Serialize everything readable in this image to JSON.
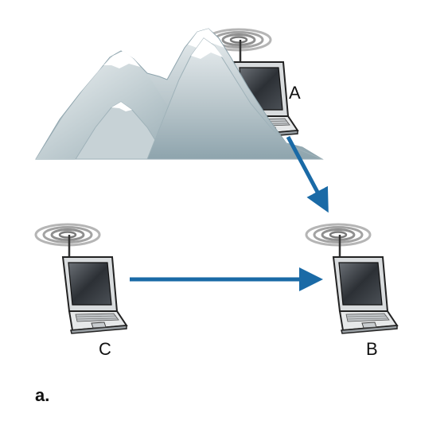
{
  "figure": {
    "caption": "a.",
    "colors": {
      "arrow": "#1a6aa6",
      "mountain_light": "#cfd8dc",
      "mountain_dark": "#8ea4ad",
      "screen": "#3a3f44",
      "laptop_body": "#e6e8e9",
      "outline": "#222222"
    },
    "nodes": [
      {
        "id": "A",
        "label": "A",
        "icon": "laptop-with-wireless-signal-icon"
      },
      {
        "id": "B",
        "label": "B",
        "icon": "laptop-with-wireless-signal-icon"
      },
      {
        "id": "C",
        "label": "C",
        "icon": "laptop-with-wireless-signal-icon"
      }
    ],
    "obstacle": {
      "icon": "mountain-range-icon"
    },
    "edges": [
      {
        "from": "A",
        "to": "B"
      },
      {
        "from": "C",
        "to": "B"
      }
    ]
  }
}
